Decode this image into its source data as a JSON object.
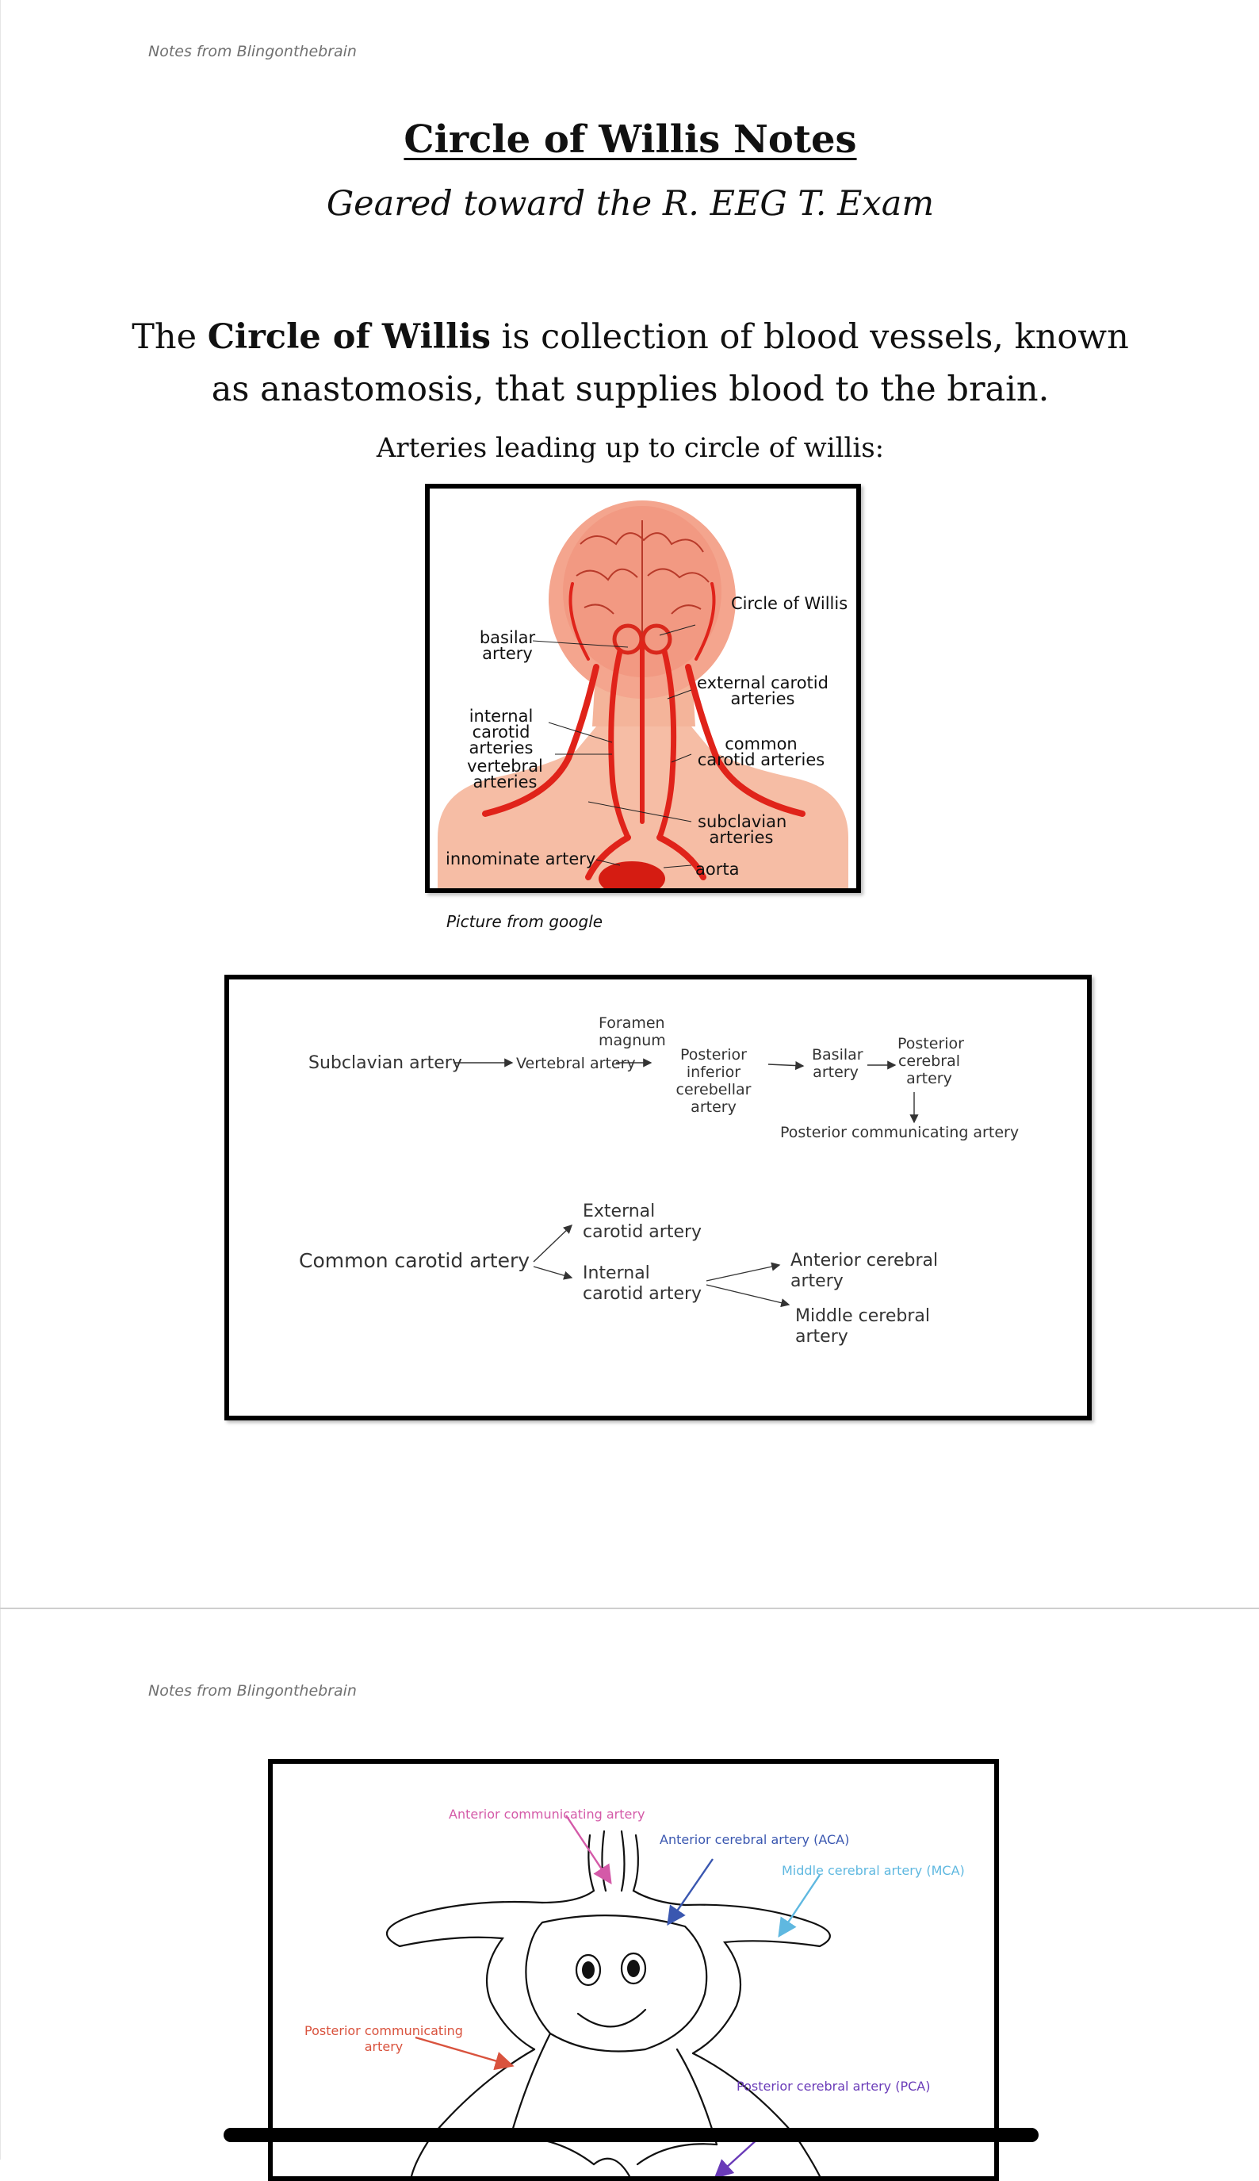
{
  "header_note": "Notes from Blingonthebrain",
  "title": "Circle of Willis Notes",
  "subtitle": "Geared toward the R. EEG T. Exam",
  "intro": {
    "pre": "The ",
    "term": "Circle of Willis",
    "post": " is collection of blood vessels, known as anastomosis, that supplies blood to the brain."
  },
  "figure1": {
    "caption": "Arteries leading up to circle of willis:",
    "credit": "Picture from google",
    "labels": {
      "circle_of_willis": "Circle of Willis",
      "basilar": "basilar artery",
      "external_carotid": "external carotid arteries",
      "internal_carotid": "internal carotid arteries",
      "common_carotid": "common carotid arteries",
      "vertebral": "vertebral arteries",
      "subclavian": "subclavian arteries",
      "innominate": "innominate artery",
      "aorta": "aorta"
    }
  },
  "flowchart": {
    "subclavian": "Subclavian artery",
    "vertebral": "Vertebral artery",
    "foramen": "Foramen magnum",
    "pica": "Posterior inferior cerebellar artery",
    "basilar": "Basilar artery",
    "pca": "Posterior cerebral artery",
    "pcomm": "Posterior communicating artery",
    "common_carotid": "Common carotid artery",
    "external_carotid": "External carotid artery",
    "internal_carotid": "Internal carotid artery",
    "aca": "Anterior cerebral artery",
    "mca": "Middle cerebral artery"
  },
  "figure2": {
    "acomm": "Anterior communicating artery",
    "aca": "Anterior cerebral artery (ACA)",
    "mca": "Middle cerebral artery (MCA)",
    "pcomm": "Posterior communicating artery",
    "pca": "Posterior cerebral artery (PCA)"
  },
  "colors": {
    "artery_red": "#e23b2e",
    "skin": "#f6bda5",
    "acomm_pink": "#d45aa8",
    "aca_blue": "#3a57b0",
    "mca_lightblue": "#5fb8e0",
    "pcomm_red": "#d9533e",
    "pca_purple": "#6a3bb8"
  }
}
